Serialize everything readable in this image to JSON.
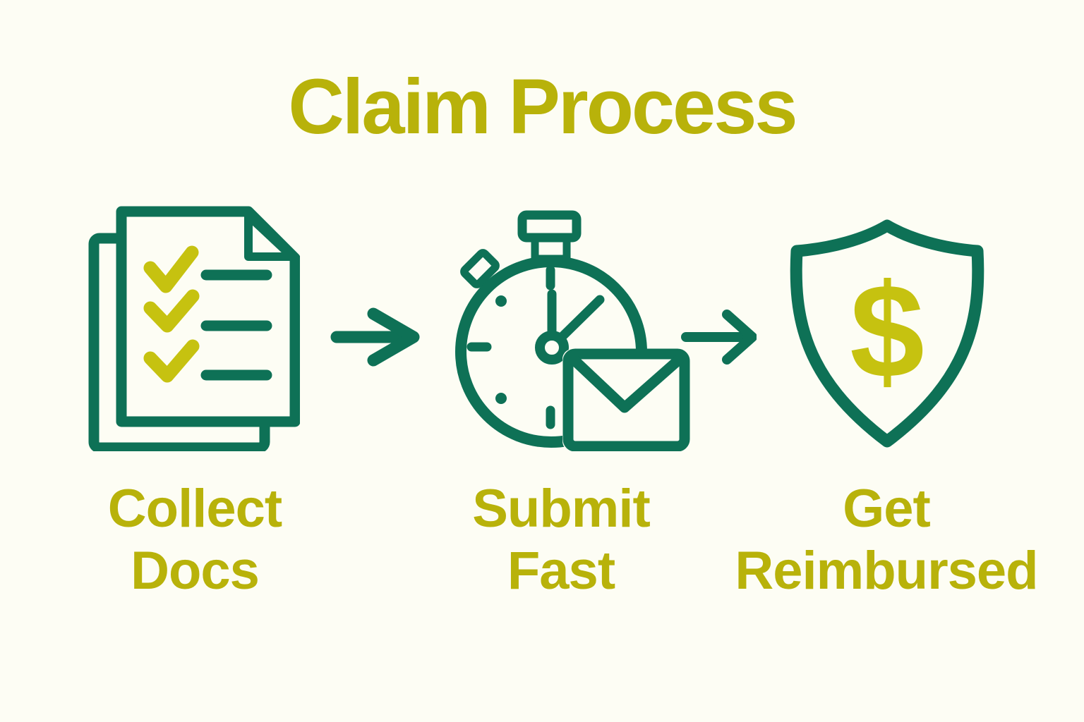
{
  "title": "Claim Process",
  "colors": {
    "background": "#fdfdf4",
    "green": "#0e7156",
    "yellow_text": "#b8b20a",
    "yellow_accent": "#c6c210"
  },
  "steps": [
    {
      "icon": "documents-checklist-icon",
      "label_line1": "Collect",
      "label_line2": "Docs"
    },
    {
      "icon": "stopwatch-envelope-icon",
      "label_line1": "Submit",
      "label_line2": "Fast"
    },
    {
      "icon": "shield-dollar-icon",
      "label_line1": "Get",
      "label_line2": "Reimbursed",
      "dollar_glyph": "$"
    }
  ],
  "connectors": [
    {
      "icon": "arrow-right-icon"
    },
    {
      "icon": "arrow-right-icon"
    }
  ]
}
